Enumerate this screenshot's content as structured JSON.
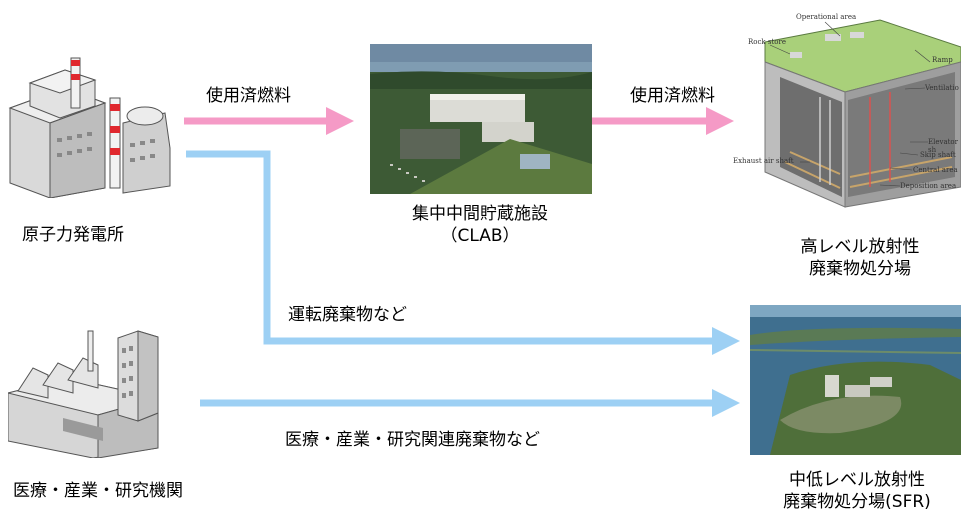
{
  "sources": {
    "npp_label": "原子力発電所",
    "inst_label": "医療・産業・研究機関"
  },
  "facilities": {
    "clab_line1": "集中中間貯蔵施設",
    "clab_line2": "（CLAB）",
    "hlw_line1": "高レベル放射性",
    "hlw_line2": "廃棄物処分場",
    "sfr_line1": "中低レベル放射性",
    "sfr_line2": "廃棄物処分場(SFR)"
  },
  "flows": {
    "spent_fuel_1": "使用済燃料",
    "spent_fuel_2": "使用済燃料",
    "operational_waste": "運転廃棄物など",
    "institutional_waste": "医療・産業・研究関連廃棄物など"
  },
  "repository_callouts": {
    "operational_area": "Operational area",
    "rock_store": "Rock store",
    "ramp": "Ramp",
    "ventilation": "Ventilatio",
    "elevator_shaft": "Elevator sh",
    "skip_shaft": "Skip shaft",
    "exhaust_air_shaft": "Exhaust air shaft",
    "central_area": "Central area",
    "deposition_area": "Deposition area"
  },
  "colors": {
    "spent_fuel_arrow": "#f59ac6",
    "waste_arrow": "#9dd0f4"
  }
}
